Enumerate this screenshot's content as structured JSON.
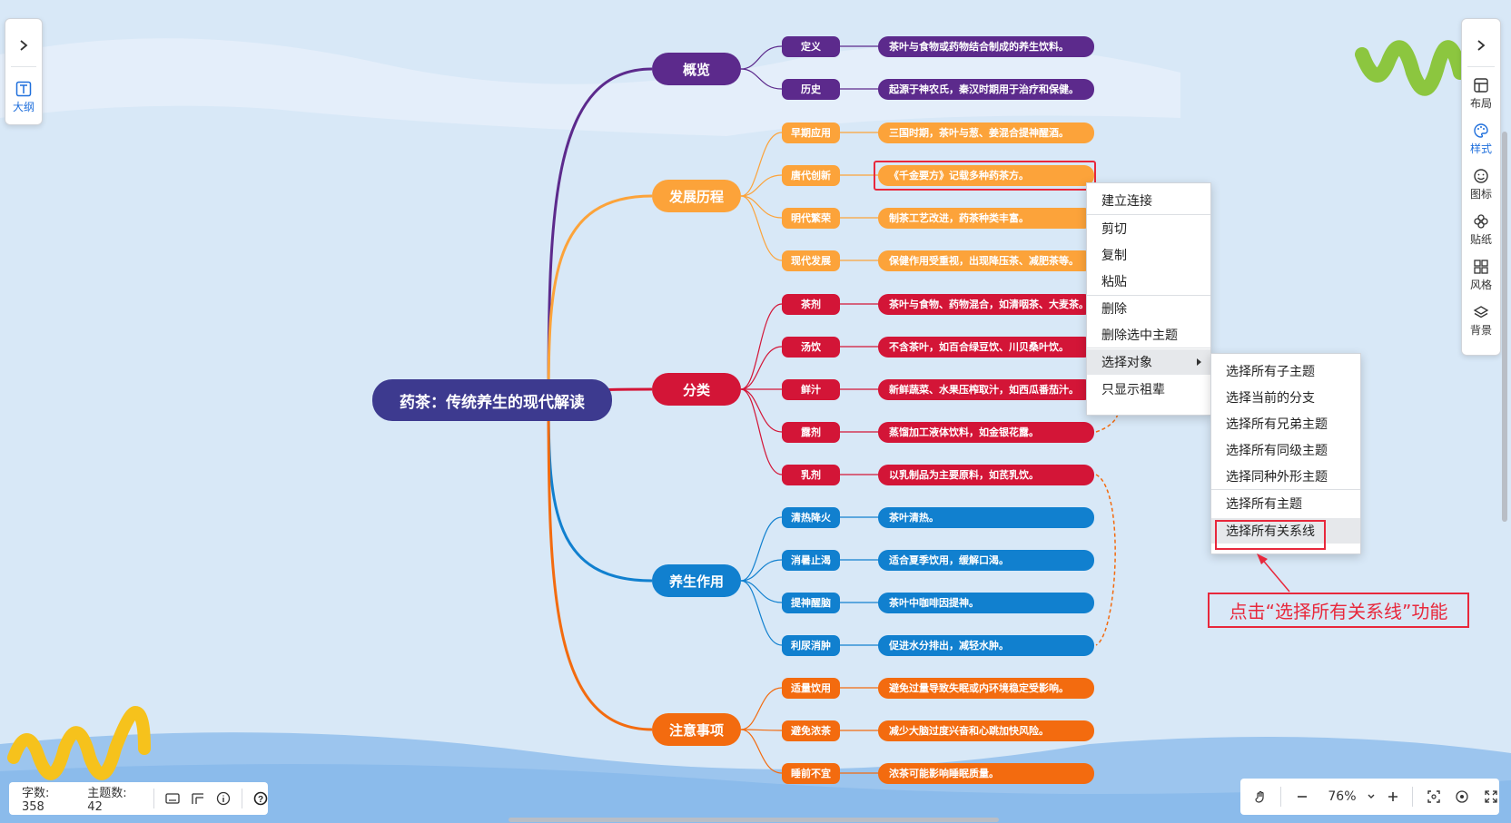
{
  "root": "药茶：传统养生的现代解读",
  "colors": {
    "purple": "#5c2a8c",
    "orange_light": "#fca33a",
    "red": "#d31537",
    "blue": "#1180cf",
    "orange": "#f36b0f",
    "root": "#3d3a8f",
    "annotation": "#e8283c"
  },
  "branches": [
    {
      "label": "概览",
      "color": "#5c2a8c",
      "items": [
        {
          "sub": "定义",
          "leaf": "茶叶与食物或药物结合制成的养生饮料。"
        },
        {
          "sub": "历史",
          "leaf": "起源于神农氏，秦汉时期用于治疗和保健。"
        }
      ]
    },
    {
      "label": "发展历程",
      "color": "#fca33a",
      "items": [
        {
          "sub": "早期应用",
          "leaf": "三国时期，茶叶与葱、姜混合提神醒酒。"
        },
        {
          "sub": "唐代创新",
          "leaf": "《千金要方》记载多种药茶方。"
        },
        {
          "sub": "明代繁荣",
          "leaf": "制茶工艺改进，药茶种类丰富。"
        },
        {
          "sub": "现代发展",
          "leaf": "保健作用受重视，出现降压茶、减肥茶等。"
        }
      ]
    },
    {
      "label": "分类",
      "color": "#d31537",
      "items": [
        {
          "sub": "茶剂",
          "leaf": "茶叶与食物、药物混合，如清咽茶、大麦茶。"
        },
        {
          "sub": "汤饮",
          "leaf": "不含茶叶，如百合绿豆饮、川贝桑叶饮。"
        },
        {
          "sub": "鲜汁",
          "leaf": "新鲜蔬菜、水果压榨取汁，如西瓜番茄汁。"
        },
        {
          "sub": "露剂",
          "leaf": "蒸馏加工液体饮料，如金银花露。"
        },
        {
          "sub": "乳剂",
          "leaf": "以乳制品为主要原料，如芪乳饮。"
        }
      ]
    },
    {
      "label": "养生作用",
      "color": "#1180cf",
      "items": [
        {
          "sub": "清热降火",
          "leaf": "茶叶清热。"
        },
        {
          "sub": "消暑止渴",
          "leaf": "适合夏季饮用，缓解口渴。"
        },
        {
          "sub": "提神醒脑",
          "leaf": "茶叶中咖啡因提神。"
        },
        {
          "sub": "利尿消肿",
          "leaf": "促进水分排出，减轻水肿。"
        }
      ]
    },
    {
      "label": "注意事项",
      "color": "#f36b0f",
      "items": [
        {
          "sub": "适量饮用",
          "leaf": "避免过量导致失眠或内环境稳定受影响。"
        },
        {
          "sub": "避免浓茶",
          "leaf": "减少大脑过度兴奋和心跳加快风险。"
        },
        {
          "sub": "睡前不宜",
          "leaf": "浓茶可能影响睡眠质量。"
        }
      ]
    }
  ],
  "left_panel": {
    "outline_label": "大纲"
  },
  "right_panel": {
    "tools": [
      {
        "label": "布局",
        "icon": "layout-icon"
      },
      {
        "label": "样式",
        "icon": "palette-icon"
      },
      {
        "label": "图标",
        "icon": "smile-icon"
      },
      {
        "label": "贴纸",
        "icon": "flower-icon"
      },
      {
        "label": "风格",
        "icon": "grid-icon"
      },
      {
        "label": "背景",
        "icon": "layers-icon"
      }
    ]
  },
  "context_menu": {
    "items": [
      "建立连接",
      "剪切",
      "复制",
      "粘贴",
      "删除",
      "删除选中主题",
      "选择对象",
      "只显示祖辈"
    ]
  },
  "submenu": {
    "items": [
      "选择所有子主题",
      "选择当前的分支",
      "选择所有兄弟主题",
      "选择所有同级主题",
      "选择同种外形主题",
      "选择所有主题",
      "选择所有关系线"
    ]
  },
  "annotation": "点击“选择所有关系线”功能",
  "status": {
    "word_count": "字数: 358",
    "topic_count": "主题数: 42"
  },
  "zoom": {
    "level": "76%"
  }
}
